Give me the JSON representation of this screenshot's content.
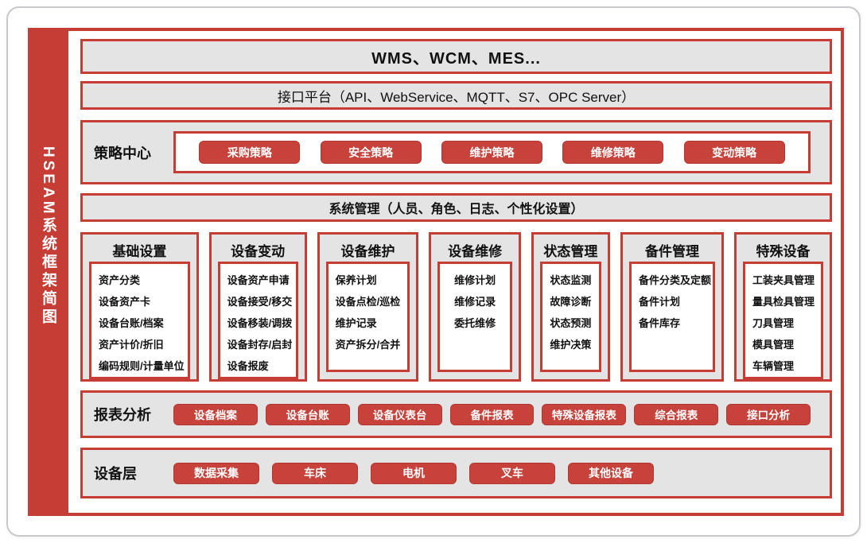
{
  "sidebar": {
    "title": "HSEAM系统框架简图"
  },
  "top_layer": {
    "label": "WMS、WCM、MES..."
  },
  "interface_layer": {
    "label": "接口平台（API、WebService、MQTT、S7、OPC Server）"
  },
  "strategy_center": {
    "label": "策略中心",
    "buttons": [
      "采购策略",
      "安全策略",
      "维护策略",
      "维修策略",
      "变动策略"
    ]
  },
  "system_management": {
    "label": "系统管理（人员、角色、日志、个性化设置）"
  },
  "modules": [
    {
      "title": "基础设置",
      "items": [
        "资产分类",
        "设备资产卡",
        "设备台账/档案",
        "资产计价/折旧",
        "编码规则/计量单位"
      ]
    },
    {
      "title": "设备变动",
      "items": [
        "设备资产申请",
        "设备接受/移交",
        "设备移装/调拨",
        "设备封存/启封",
        "设备报废"
      ]
    },
    {
      "title": "设备维护",
      "items": [
        "保养计划",
        "设备点检/巡检",
        "维护记录",
        "资产拆分/合并"
      ]
    },
    {
      "title": "设备维修",
      "items": [
        "维修计划",
        "维修记录",
        "委托维修"
      ]
    },
    {
      "title": "状态管理",
      "items": [
        "状态监测",
        "故障诊断",
        "状态预测",
        "维护决策"
      ]
    },
    {
      "title": "备件管理",
      "items": [
        "备件分类及定额",
        "备件计划",
        "备件库存"
      ]
    },
    {
      "title": "特殊设备",
      "items": [
        "工装夹具管理",
        "量具检具管理",
        "刀具管理",
        "模具管理",
        "车辆管理"
      ]
    }
  ],
  "report_analysis": {
    "label": "报表分析",
    "buttons": [
      "设备档案",
      "设备台账",
      "设备仪表台",
      "备件报表",
      "特殊设备报表",
      "综合报表",
      "接口分析"
    ]
  },
  "device_layer": {
    "label": "设备层",
    "buttons": [
      "数据采集",
      "车床",
      "电机",
      "叉车",
      "其他设备"
    ]
  },
  "colors": {
    "accent_red": "#c63d36",
    "button_red": "#c7423b",
    "panel_gray": "#e4e4e5"
  }
}
